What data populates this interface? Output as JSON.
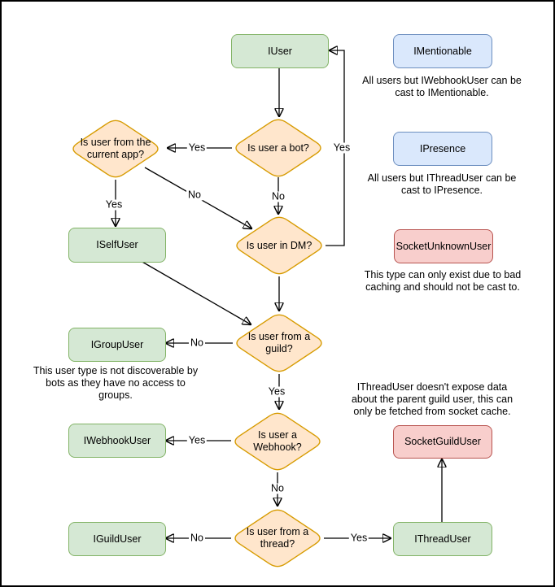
{
  "diagram": {
    "nodes": {
      "iuser": "IUser",
      "imentionable": "IMentionable",
      "ipresence": "IPresence",
      "socket_unknown_user": "SocketUnknownUser",
      "iself_user": "ISelfUser",
      "igroup_user": "IGroupUser",
      "iwebhook_user": "IWebhookUser",
      "iguild_user": "IGuildUser",
      "socket_guild_user": "SocketGuildUser",
      "ithread_user": "IThreadUser"
    },
    "decisions": {
      "is_bot": "Is user a bot?",
      "from_current_app": "Is user from the\ncurrent app?",
      "in_dm": "Is user in DM?",
      "from_guild": "Is user from a\nguild?",
      "is_webhook": "Is user a\nWebhook?",
      "from_thread": "Is user from a\nthread?"
    },
    "edge_labels": {
      "bot_yes": "Yes",
      "bot_no": "No",
      "current_app_yes": "Yes",
      "current_app_no": "No",
      "dm_yes": "Yes",
      "guild_no": "No",
      "guild_yes": "Yes",
      "webhook_yes": "Yes",
      "webhook_no": "No",
      "thread_no": "No",
      "thread_yes": "Yes"
    },
    "annotations": {
      "imentionable_note": "All users but IWebhookUser can be\ncast to IMentionable.",
      "ipresence_note": "All users but IThreadUser can be\ncast to IPresence.",
      "socket_unknown_note": "This type can only exist due to bad\ncaching and should not be cast to.",
      "igroup_note": "This user type is not discoverable by\nbots as they have no access to\ngroups.",
      "ithread_note": "IThreadUser doesn't expose data\nabout the parent guild user, this can\nonly be fetched from socket cache."
    },
    "colors": {
      "interface_fill": "#d5e8d4",
      "interface_border": "#82b366",
      "decision_fill": "#ffe6cc",
      "decision_border": "#d79b00",
      "castable_fill": "#dae8fc",
      "castable_border": "#6c8ebf",
      "socket_fill": "#f8cecc",
      "socket_border": "#b85450",
      "edge": "#000000"
    }
  }
}
